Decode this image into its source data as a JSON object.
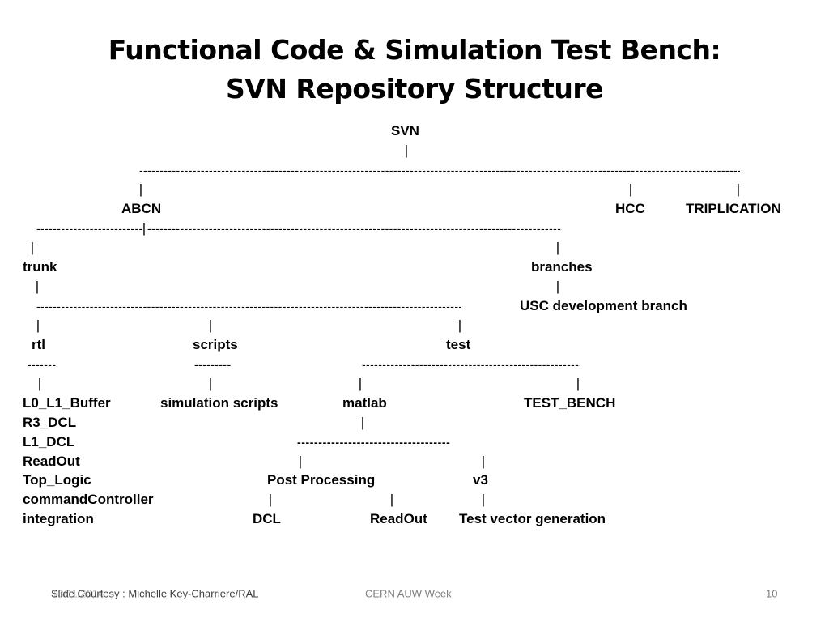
{
  "slide": {
    "title_line1": "Functional Code & Simulation Test Bench:",
    "title_line2": "SVN Repository Structure"
  },
  "tree": {
    "labels": {
      "svn": "SVN",
      "abcn": "ABCN",
      "hcc": "HCC",
      "triplication": "TRIPLICATION",
      "trunk": "trunk",
      "branches": "branches",
      "usc_branch": "USC development branch",
      "rtl": "rtl",
      "scripts": "scripts",
      "test": "test",
      "l0_l1_buffer": "L0_L1_Buffer",
      "r3_dcl": "R3_DCL",
      "l1_dcl": "L1_DCL",
      "readout": "ReadOut",
      "top_logic": "Top_Logic",
      "command_controller": "commandController",
      "integration": "integration",
      "simulation_scripts": "simulation scripts",
      "matlab": "matlab",
      "test_bench": "TEST_BENCH",
      "post_processing": "Post Processing",
      "v3": "v3",
      "dcl": "DCL",
      "matlab_readout": "ReadOut",
      "test_vector_generation": "Test vector generation"
    }
  },
  "footer": {
    "date": "13/11/2014",
    "courtesy": "Slide Courtesy : Michelle Key-Charriere/RAL",
    "event": "CERN AUW Week",
    "page": "10"
  }
}
